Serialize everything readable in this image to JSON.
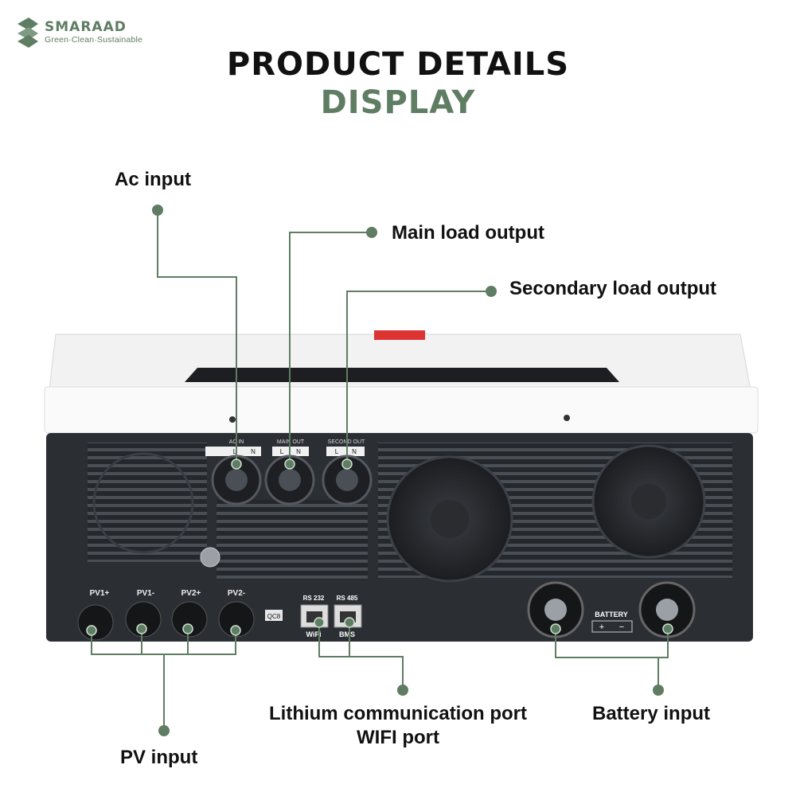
{
  "brand": {
    "name": "SMARAAD",
    "tagline": "Green·Clean·Sustainable",
    "color": "#5e7d63"
  },
  "header": {
    "title_line1": "PRODUCT DETAILS",
    "title_line2": "DISPLAY"
  },
  "callouts": {
    "ac_input": "Ac input",
    "main_load_output": "Main load output",
    "secondary_load_output": "Secondary load output",
    "lithium_comm_port": "Lithium communication port",
    "wifi_port": "WIFI port",
    "battery_input": "Battery input",
    "pv_input": "PV input"
  },
  "device_labels": {
    "ac_in": "AC IN",
    "main_out": "MAIN OUT",
    "second_out": "SECOND OUT",
    "terminal_l": "L",
    "terminal_n": "N",
    "pv1_plus": "PV1+",
    "pv1_minus": "PV1-",
    "pv2_plus": "PV2+",
    "pv2_minus": "PV2-",
    "dry_contact": "QC8",
    "rs232": "RS 232",
    "rs485": "RS 485",
    "wifi": "WiFi",
    "bms": "BMS",
    "battery": "BATTERY",
    "plus": "+",
    "minus": "−"
  },
  "colors": {
    "accent": "#5e7d63",
    "device_body": "#2b2e33",
    "device_top": "#f4f4f4"
  }
}
